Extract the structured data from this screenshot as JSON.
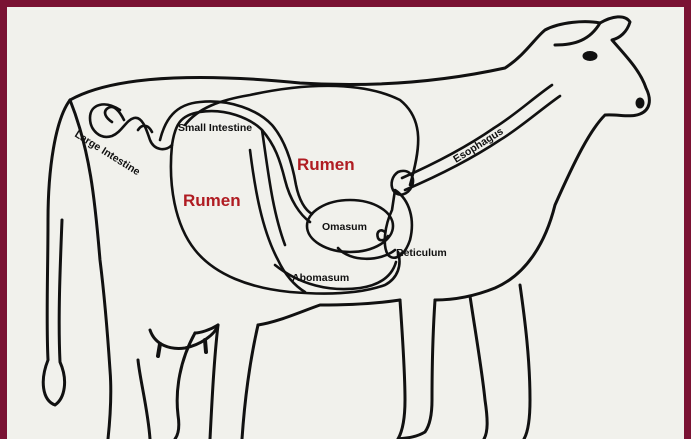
{
  "colors": {
    "frame": "#7a1233",
    "background": "#f1f1ec",
    "outline": "#111111",
    "rumen_label": "#b01c22"
  },
  "labels": {
    "small_intestine": "Small Intestine",
    "large_intestine": "Large Intestine",
    "rumen_upper": "Rumen",
    "rumen_lower": "Rumen",
    "omasum": "Omasum",
    "reticulum": "Reticulum",
    "abomasum": "Abomasum",
    "esophagus": "Esophagus"
  }
}
